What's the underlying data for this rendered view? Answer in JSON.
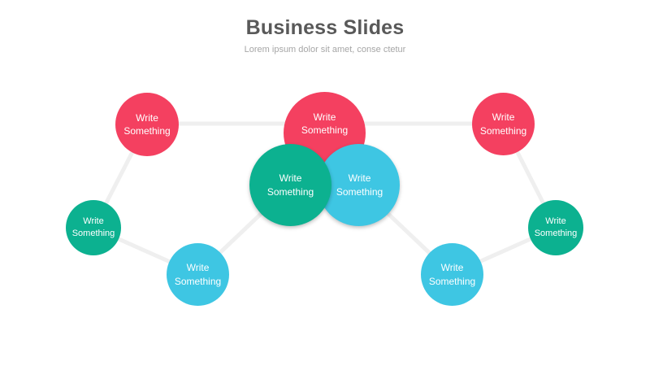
{
  "header": {
    "title": "Business Slides",
    "subtitle": "Lorem ipsum dolor sit amet, conse ctetur"
  },
  "colors": {
    "red": "#f44060",
    "teal": "#0cb190",
    "blue": "#3ec6e3",
    "connector": "#efefef"
  },
  "nodes": [
    {
      "id": "left-top",
      "line1": "Write",
      "line2": "Something",
      "color": "red"
    },
    {
      "id": "left-mid",
      "line1": "Write",
      "line2": "Something",
      "color": "teal"
    },
    {
      "id": "left-bottom",
      "line1": "Write",
      "line2": "Something",
      "color": "blue"
    },
    {
      "id": "center-top",
      "line1": "Write",
      "line2": "Something",
      "color": "red"
    },
    {
      "id": "center-blue",
      "line1": "Write",
      "line2": "Something",
      "color": "blue"
    },
    {
      "id": "center-teal",
      "line1": "Write",
      "line2": "Something",
      "color": "teal"
    },
    {
      "id": "right-top",
      "line1": "Write",
      "line2": "Something",
      "color": "red"
    },
    {
      "id": "right-mid",
      "line1": "Write",
      "line2": "Something",
      "color": "teal"
    },
    {
      "id": "right-bottom",
      "line1": "Write",
      "line2": "Something",
      "color": "blue"
    }
  ]
}
